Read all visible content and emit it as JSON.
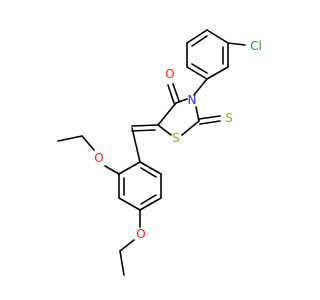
{
  "molecule": {
    "atoms": {
      "chlorine": {
        "label": "Cl",
        "color": "#1fa01f"
      },
      "nitrogen": {
        "label": "N",
        "color": "#2a2aff"
      },
      "carbonyl_oxygen": {
        "label": "O",
        "color": "#ff1a1a"
      },
      "ring_sulfur": {
        "label": "S",
        "color": "#b3a000"
      },
      "thione_sulfur": {
        "label": "S",
        "color": "#b3a000"
      },
      "ether_oxygen_ortho": {
        "label": "O",
        "color": "#ff1a1a"
      },
      "ether_oxygen_para": {
        "label": "O",
        "color": "#ff1a1a"
      }
    }
  }
}
